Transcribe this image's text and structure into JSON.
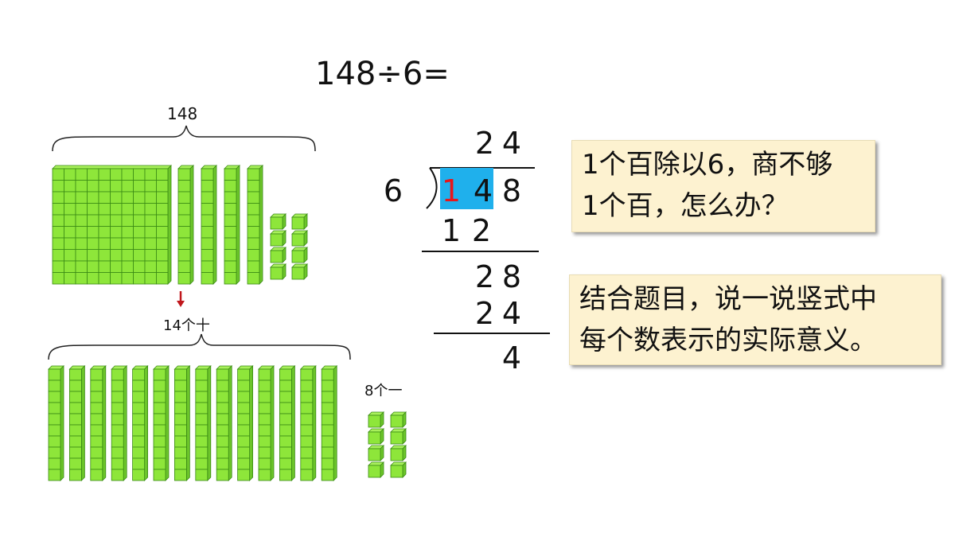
{
  "equation": "148÷6=",
  "labels": {
    "total": "148",
    "tens": "14个十",
    "ones": "8个一"
  },
  "division": {
    "divisor": "6",
    "quotient": [
      "2",
      "4"
    ],
    "dividend": [
      "1",
      "4",
      "8"
    ],
    "step1": [
      "1",
      "2"
    ],
    "step2": [
      "2",
      "8"
    ],
    "step3": [
      "2",
      "4"
    ],
    "remainder": "4"
  },
  "notes": {
    "note1_line1": "1个百除以6，商不够",
    "note1_line2": "1个百，怎么办？",
    "note2_line1": "结合题目，说一说竖式中",
    "note2_line2": "每个数表示的实际意义。"
  },
  "blocks": {
    "top": {
      "hundreds": 1,
      "tens": 4,
      "ones": 8
    },
    "bottom": {
      "tens": 14,
      "ones": 8
    }
  },
  "colors": {
    "block_fill": "#8ee63a",
    "block_stroke": "#3a8a14",
    "highlight": "#1fb0ec",
    "highlight_digit": "#e8161b",
    "arrow": "#c0171c",
    "note_bg": "#fdf2d0"
  }
}
